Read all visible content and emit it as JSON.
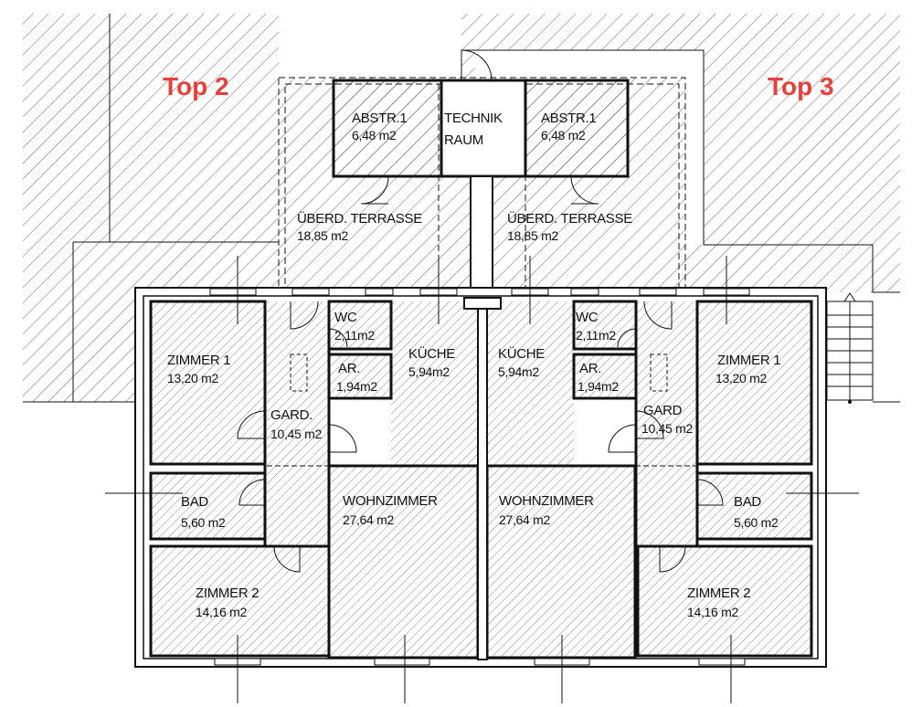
{
  "units": [
    {
      "unit_label": "Top 2",
      "rooms": {
        "abstr": {
          "name": "ABSTR.1",
          "area": "6,48 m2"
        },
        "terrasse": {
          "name": "ÜBERD. TERRASSE",
          "area": "18,85 m2"
        },
        "wc": {
          "name": "WC",
          "area": "2,11m2"
        },
        "ar": {
          "name": "AR.",
          "area": "1,94m2"
        },
        "kueche": {
          "name": "KÜCHE",
          "area": "5,94m2"
        },
        "zimmer1": {
          "name": "ZIMMER 1",
          "area": "13,20 m2"
        },
        "gard": {
          "name": "GARD.",
          "area": "10,45 m2"
        },
        "bad": {
          "name": "BAD",
          "area": "5,60 m2"
        },
        "wohnzimmer": {
          "name": "WOHNZIMMER",
          "area": "27,64 m2"
        },
        "zimmer2": {
          "name": "ZIMMER 2",
          "area": "14,16 m2"
        }
      }
    },
    {
      "unit_label": "Top 3",
      "rooms": {
        "abstr": {
          "name": "ABSTR.1",
          "area": "6,48 m2"
        },
        "terrasse": {
          "name": "ÜBERD. TERRASSE",
          "area": "18,85 m2"
        },
        "wc": {
          "name": "WC",
          "area": "2,11m2"
        },
        "ar": {
          "name": "AR.",
          "area": "1,94m2"
        },
        "kueche": {
          "name": "KÜCHE",
          "area": "5,94m2"
        },
        "zimmer1": {
          "name": "ZIMMER 1",
          "area": "13,20 m2"
        },
        "gard": {
          "name": "GARD",
          "area": "10,45 m2"
        },
        "bad": {
          "name": "BAD",
          "area": "5,60 m2"
        },
        "wohnzimmer": {
          "name": "WOHNZIMMER",
          "area": "27,64 m2"
        },
        "zimmer2": {
          "name": "ZIMMER 2",
          "area": "14,16 m2"
        }
      }
    }
  ],
  "technik": {
    "line1": "TECHNIK",
    "line2": "RAUM"
  },
  "colors": {
    "unit_label": "#e8403a",
    "line": "#111111",
    "hatch": "#333333"
  }
}
